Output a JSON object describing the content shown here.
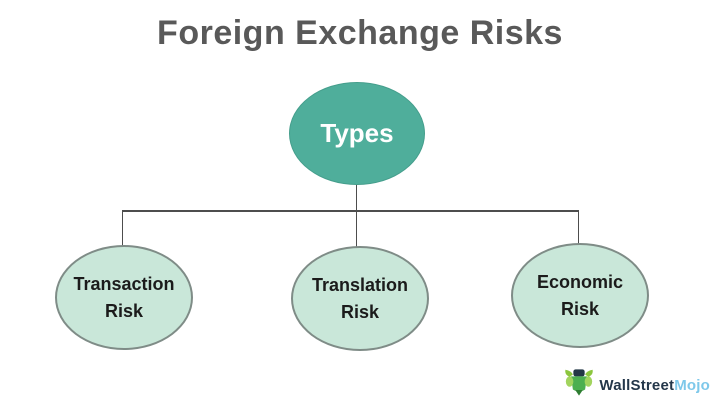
{
  "title": "Foreign Exchange Risks",
  "root": {
    "label": "Types"
  },
  "children": [
    {
      "label_line1": "Transaction",
      "label_line2": "Risk"
    },
    {
      "label_line1": "Translation",
      "label_line2": "Risk"
    },
    {
      "label_line1": "Economic",
      "label_line2": "Risk"
    }
  ],
  "logo": {
    "icon": "bull-icon",
    "brand_primary": "WallStreet",
    "brand_secondary": "Mojo"
  },
  "colors": {
    "root_fill": "#4FAE9B",
    "child_fill": "#C9E7D9",
    "child_border": "#7F8C87",
    "connector_line": "#4D4D4D",
    "title_text": "#595959",
    "root_text": "#FFFFFF",
    "child_text": "#1B1B1B",
    "brand_primary_color": "#24374A",
    "brand_secondary_color": "#7EC8EA"
  }
}
